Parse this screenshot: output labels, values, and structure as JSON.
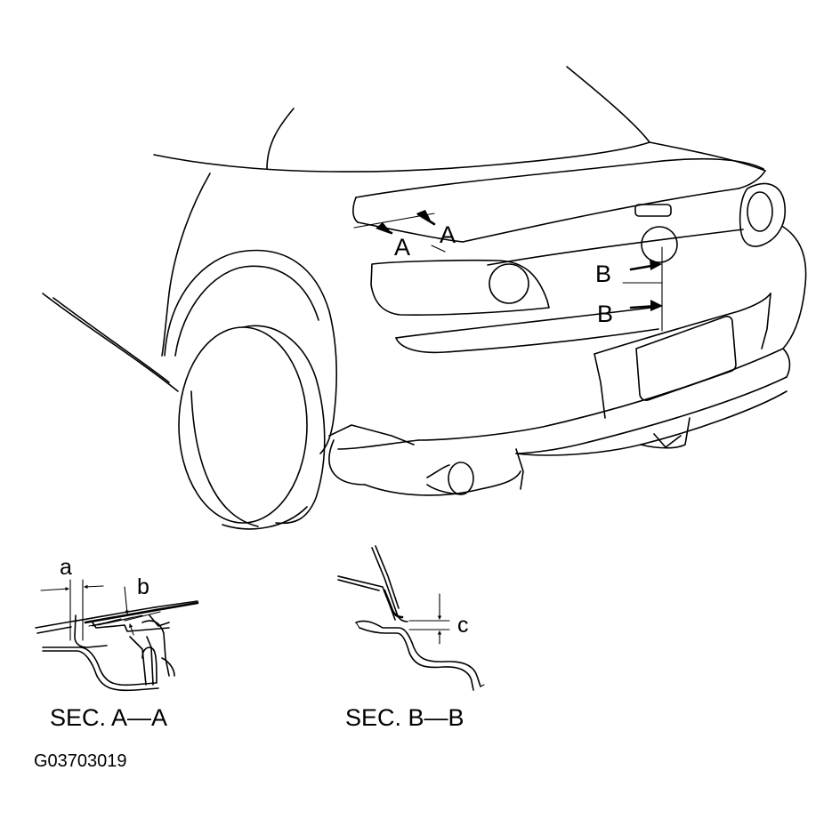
{
  "callouts": {
    "section_a_upper": "A",
    "section_a_lower": "A",
    "section_b_upper": "B",
    "section_b_lower": "B"
  },
  "dimensions": {
    "a": "a",
    "b": "b",
    "c": "c"
  },
  "captions": {
    "section_a": "SEC. A—A",
    "section_b": "SEC. B—B"
  },
  "figure_code": "G03703019",
  "icons": [
    "section-arrow-icon"
  ]
}
